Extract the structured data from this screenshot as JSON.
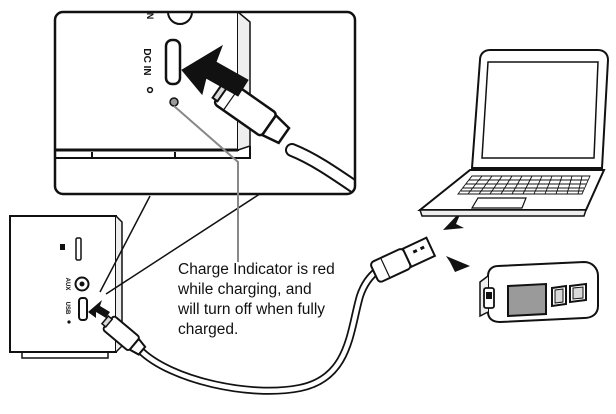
{
  "callout": {
    "lines": [
      "Charge Indicator is red",
      "while charging, and",
      "will turn off when fully",
      "charged."
    ]
  },
  "port_labels": {
    "dc_in": "DC IN",
    "aux": "AUX",
    "usb": "USB"
  },
  "colors": {
    "line": "#111111",
    "fill": "#ffffff",
    "shade": "#d9d9d9",
    "dark_shade": "#9a9a9a",
    "pointer": "#888888",
    "arrow": "#111111"
  }
}
